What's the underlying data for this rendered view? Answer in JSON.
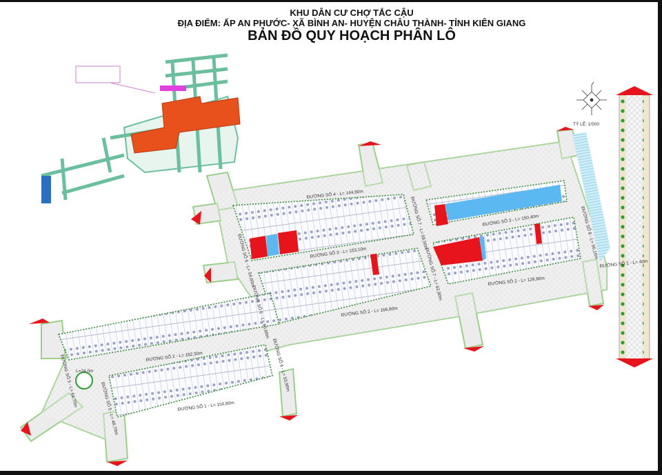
{
  "header": {
    "project": "KHU DÂN CƯ CHỢ TẮC CẬU",
    "location": "ĐỊA ĐIỂM: ẤP AN PHƯỚC- XÃ BÌNH AN- HUYỆN CHÂU THÀNH- TỈNH KIÊN GIANG",
    "title": "BẢN ĐỒ QUY HOẠCH PHÂN LÔ"
  },
  "scale": "TỶ LỆ: 1/500",
  "compass_icon": "north-arrow-compass",
  "roads": {
    "r4": "ĐƯỜNG SỐ 4 - L= 144,90m",
    "r3a": "ĐƯỜNG SỐ 3 - L= 150,40m",
    "r3b": "ĐƯỜNG SỐ 3 - L= 153,10m",
    "r2a": "ĐƯỜNG SỐ 2 - L= 129,80m",
    "r2b": "ĐƯỜNG SỐ 2 - L= 166,80m",
    "r2c": "ĐƯỜNG SỐ 2 - L= 182,30m",
    "r2d": "ĐƯỜNG SỐ 2 - L= 40m",
    "r1": "ĐƯỜNG SỐ 1 - L= 150,80m",
    "r7a": "ĐƯỜNG SỐ 7 - L= 58,50m",
    "r7b": "ĐƯỜNG SỐ 7 - L= 62,80m",
    "r8": "ĐƯỜNG SỐ 8 - L= 56,10m",
    "r6a": "ĐƯỜNG SỐ 6 - L= 54,60m",
    "r6b": "ĐƯỜNG SỐ 6 - L= 60,60m",
    "r6c": "ĐƯỜNG SỐ 6 - L= 53,90m",
    "r5a": "ĐƯỜNG SỐ 5 - L= 64,70m",
    "r5b": "ĐƯỜNG SỐ 5 - L= 48,70m",
    "roundabout": "L=24,0m"
  },
  "colors": {
    "sold_lot": "#e8141b",
    "reserved_lot": "#5cb8f0",
    "road": "#ececec",
    "tree": "#2e9c2e",
    "inset_block": "#e8501c"
  }
}
